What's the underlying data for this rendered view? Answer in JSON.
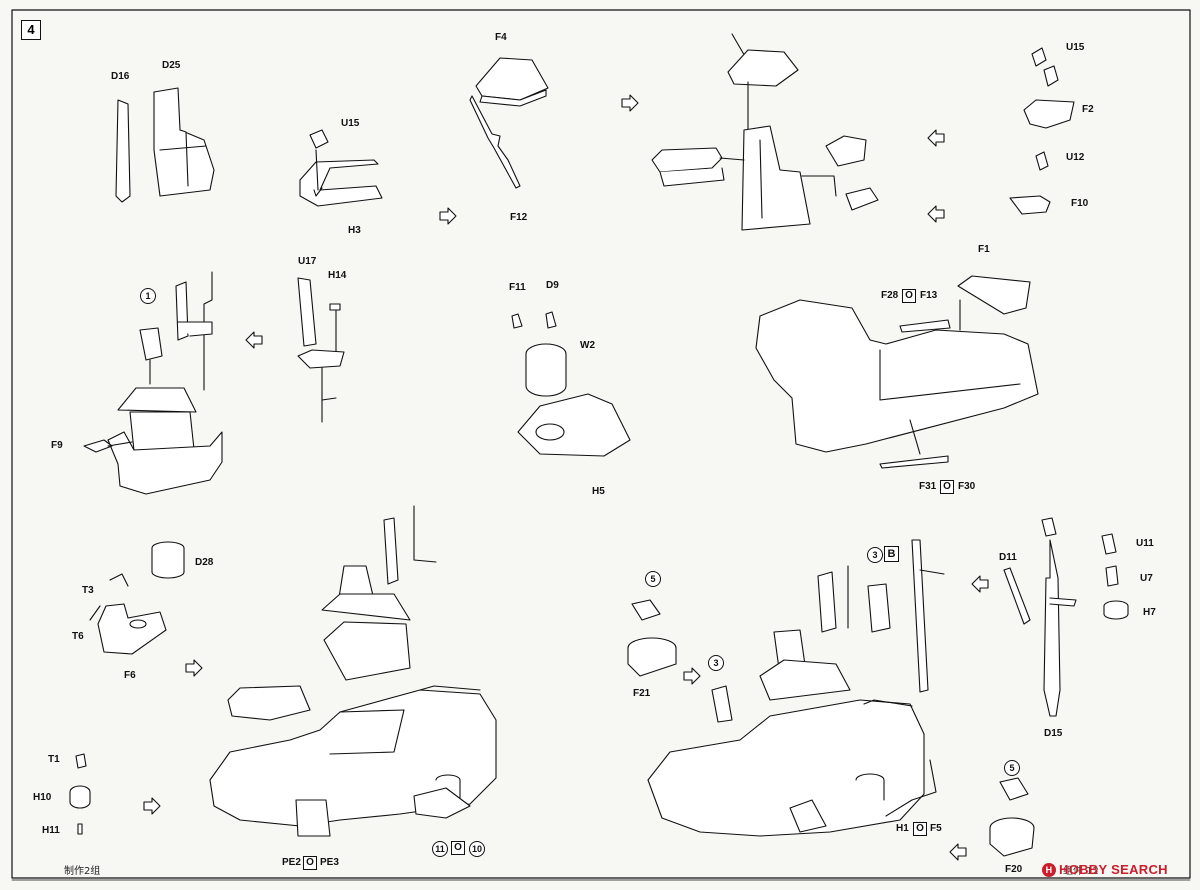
{
  "step": "4",
  "footer": {
    "set_note": "制作2组",
    "page_note": "组件 12"
  },
  "watermark": {
    "icon": "H",
    "text": "HOBBY SEARCH"
  },
  "colors": {
    "line": "#111111",
    "paper": "#f7f7f4",
    "watermark": "#cc1d2a"
  },
  "parts": {
    "D16": "D16",
    "D25": "D25",
    "U15": "U15",
    "H3": "H3",
    "F4": "F4",
    "F12": "F12",
    "F2": "F2",
    "U12": "U12",
    "F10": "F10",
    "U17": "U17",
    "H14": "H14",
    "F9": "F9",
    "F11": "F11",
    "D9": "D9",
    "W2": "W2",
    "H5": "H5",
    "F1": "F1",
    "F28": "F28",
    "F13": "F13",
    "F31": "F31",
    "F30": "F30",
    "D28": "D28",
    "T3": "T3",
    "T6": "T6",
    "F6": "F6",
    "T1": "T1",
    "H10": "H10",
    "H11": "H11",
    "PE2": "PE2",
    "PE3": "PE3",
    "F21": "F21",
    "D11": "D11",
    "D15": "D15",
    "U11": "U11",
    "U7": "U7",
    "H7": "H7",
    "H1": "H1",
    "F5": "F5",
    "F20": "F20"
  },
  "symbols": {
    "or": "O",
    "option_b": "B"
  },
  "subassemblies": {
    "s1": "1",
    "s3": "3",
    "s5": "5",
    "s10": "10",
    "s11": "11"
  }
}
